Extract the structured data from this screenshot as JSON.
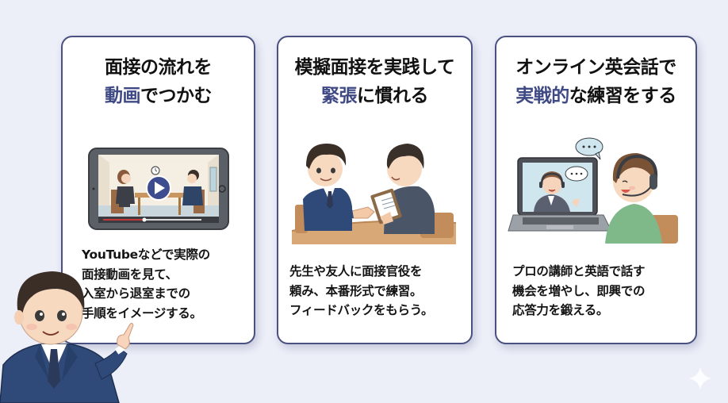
{
  "theme": {
    "background": "#eceef8",
    "card_border": "#4a5080",
    "accent": "#3f4a85",
    "text": "#141414"
  },
  "cards": [
    {
      "title_line1": "面接の流れを",
      "title_line2_accent": "動画",
      "title_line2_rest": "でつかむ",
      "illustration": "tablet-interview-video-icon",
      "description": [
        "YouTubeなどで実際の",
        "面接動画を見て、",
        "入室から退室までの",
        "手順をイメージする。"
      ]
    },
    {
      "title_line1": "模擬面接を実践して",
      "title_line2_accent": "緊張",
      "title_line2_rest": "に慣れる",
      "illustration": "mock-interview-handshake-icon",
      "description": [
        "先生や友人に面接官役を",
        "頼み、本番形式で練習。",
        "フィードバックをもらう。"
      ]
    },
    {
      "title_line1": "オンライン英会話で",
      "title_line2_accent": "実戦的",
      "title_line2_rest": "な練習をする",
      "illustration": "online-english-lesson-icon",
      "description": [
        "プロの講師と英語で話す",
        "機会を増やし、即興での",
        "応答力を鍛える。"
      ]
    }
  ],
  "mascot": "student-pointing-mascot",
  "watermark": "sparkle-icon"
}
